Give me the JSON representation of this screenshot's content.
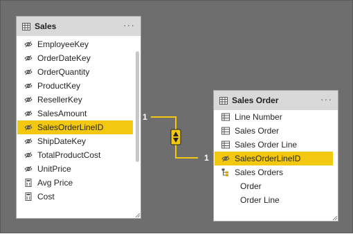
{
  "sales": {
    "title": "Sales",
    "more": "···",
    "fields": [
      {
        "label": "EmployeeKey",
        "icon": "hidden-eye-icon"
      },
      {
        "label": "OrderDateKey",
        "icon": "hidden-eye-icon"
      },
      {
        "label": "OrderQuantity",
        "icon": "hidden-eye-icon"
      },
      {
        "label": "ProductKey",
        "icon": "hidden-eye-icon"
      },
      {
        "label": "ResellerKey",
        "icon": "hidden-eye-icon"
      },
      {
        "label": "SalesAmount",
        "icon": "hidden-eye-icon"
      },
      {
        "label": "SalesOrderLineID",
        "icon": "hidden-eye-icon",
        "selected": true
      },
      {
        "label": "ShipDateKey",
        "icon": "hidden-eye-icon"
      },
      {
        "label": "TotalProductCost",
        "icon": "hidden-eye-icon"
      },
      {
        "label": "UnitPrice",
        "icon": "hidden-eye-icon"
      },
      {
        "label": "Avg Price",
        "icon": "calculator-icon"
      },
      {
        "label": "Cost",
        "icon": "calculator-icon"
      }
    ]
  },
  "sales_order": {
    "title": "Sales Order",
    "more": "···",
    "fields": [
      {
        "label": "Line Number",
        "icon": "table-column-icon"
      },
      {
        "label": "Sales Order",
        "icon": "table-column-icon"
      },
      {
        "label": "Sales Order Line",
        "icon": "table-column-icon"
      },
      {
        "label": "SalesOrderLineID",
        "icon": "hidden-eye-icon",
        "selected": true
      },
      {
        "label": "Sales Orders",
        "icon": "hierarchy-icon"
      },
      {
        "label": "Order",
        "icon": ""
      },
      {
        "label": "Order Line",
        "icon": ""
      }
    ]
  },
  "relationship": {
    "from_cardinality": "1",
    "to_cardinality": "1",
    "direction_icon": "bidirectional-arrows-icon"
  },
  "colors": {
    "canvas": "#6e6e6e",
    "selected": "#f2c811",
    "header": "#d9d9d9"
  }
}
